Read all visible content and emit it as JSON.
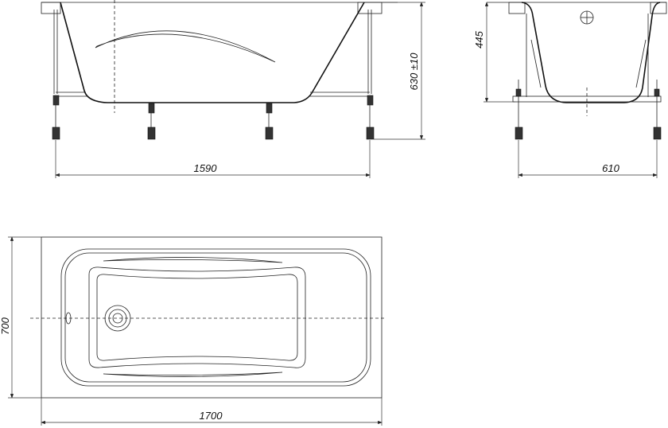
{
  "dimensions": {
    "front_length": "1590",
    "front_height": "630 ±10",
    "side_depth": "445",
    "side_width": "610",
    "plan_width": "700",
    "plan_length": "1700"
  }
}
